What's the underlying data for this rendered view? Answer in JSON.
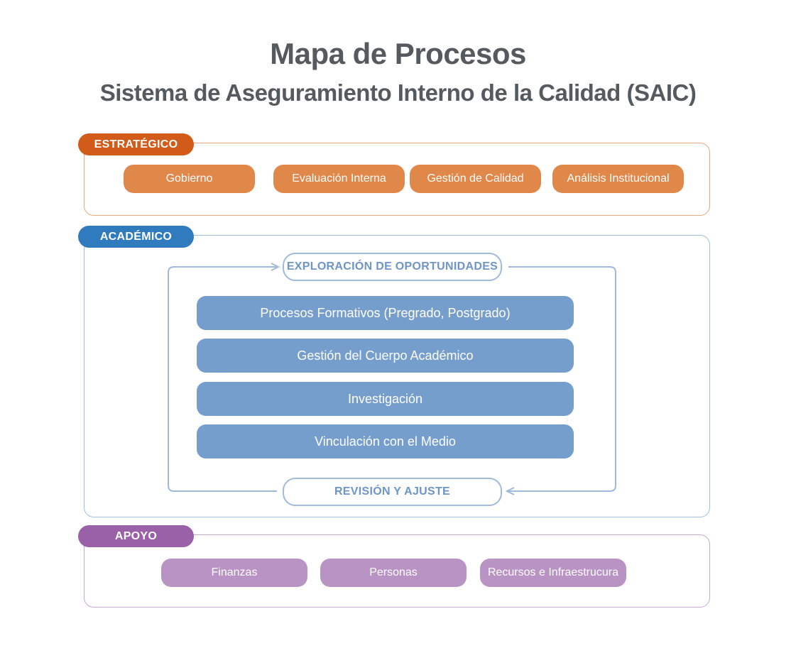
{
  "title": "Mapa de Procesos",
  "subtitle": "Sistema de Aseguramiento Interno de la Calidad (SAIC)",
  "colors": {
    "strategic": "#d35b1a",
    "strategic_item": "#e0874a",
    "academic": "#2f7bbe",
    "academic_item": "#759ecd",
    "support": "#9a60a8",
    "support_item": "#b893c3"
  },
  "strategic": {
    "label": "ESTRATÉGICO",
    "items": [
      "Gobierno",
      "Evaluación Interna",
      "Gestión de Calidad",
      "Análisis Institucional"
    ]
  },
  "academic": {
    "label": "ACADÉMICO",
    "loop_top": "EXPLORACIÓN DE OPORTUNIDADES",
    "loop_bottom": "REVISIÓN Y AJUSTE",
    "items": [
      "Procesos Formativos (Pregrado, Postgrado)",
      "Gestión del Cuerpo Académico",
      "Investigación",
      "Vinculación con el Medio"
    ]
  },
  "support": {
    "label": "APOYO",
    "items": [
      "Finanzas",
      "Personas",
      "Recursos e Infraestrucura"
    ]
  }
}
